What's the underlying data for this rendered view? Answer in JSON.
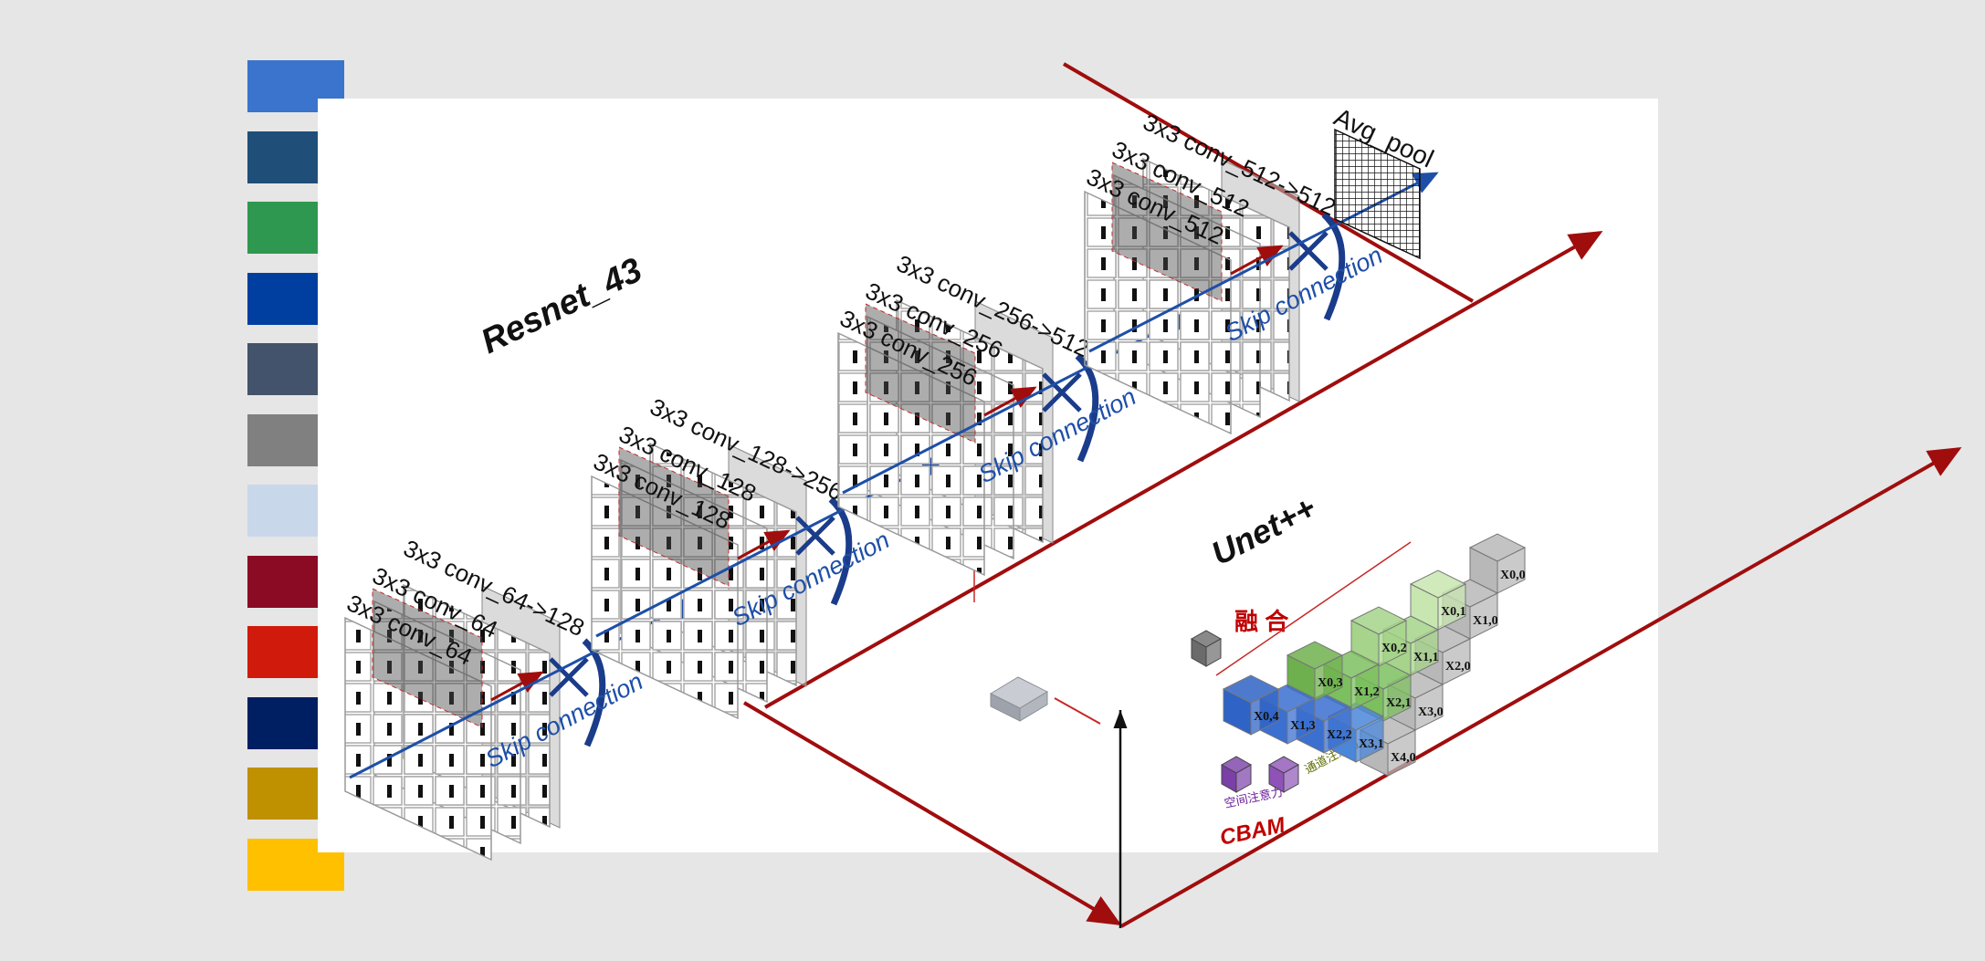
{
  "palette": [
    {
      "name": "blue",
      "color": "#3a74cc"
    },
    {
      "name": "steel-blue",
      "color": "#1f4e79"
    },
    {
      "name": "green",
      "color": "#2f9850"
    },
    {
      "name": "cobalt",
      "color": "#003f9f"
    },
    {
      "name": "slate",
      "color": "#43536b"
    },
    {
      "name": "gray",
      "color": "#808080"
    },
    {
      "name": "light-blue",
      "color": "#c9d7ea"
    },
    {
      "name": "maroon",
      "color": "#8b0a24"
    },
    {
      "name": "red",
      "color": "#d01a0b"
    },
    {
      "name": "navy",
      "color": "#001f62"
    },
    {
      "name": "dark-gold",
      "color": "#bf9000"
    },
    {
      "name": "gold",
      "color": "#ffc000"
    }
  ],
  "resnet": {
    "title": "Resnet_43",
    "stages": [
      {
        "conv1": "3x3 conv_64",
        "conv2": "3x3 conv_64",
        "conv3": "3x3 conv_64->128",
        "skip": "Skip connection"
      },
      {
        "conv1": "3x3 conv_128",
        "conv2": "3x3 conv_128",
        "conv3": "3x3 conv_128->256",
        "skip": "Skip connection"
      },
      {
        "conv1": "3x3 conv_256",
        "conv2": "3x3 conv_256",
        "conv3": "3x3 conv_256->512",
        "skip": "Skip connection"
      },
      {
        "conv1": "3x3 conv_512",
        "conv2": "3x3 conv_512",
        "conv3": "3x3 conv_512->512",
        "skip": "Skip connection"
      }
    ],
    "pool": "Avg_pool"
  },
  "unet": {
    "title": "Unet++",
    "fusion": "融 合",
    "cbam": "CBAM",
    "spatial_attention": "空间注意力",
    "channel_attention": "通道注意力",
    "nodes": [
      "X0,0",
      "X1,0",
      "X2,0",
      "X3,0",
      "X4,0",
      "X0,1",
      "X1,1",
      "X2,1",
      "X3,1",
      "X0,2",
      "X1,2",
      "X2,2",
      "X0,3",
      "X1,3",
      "X0,4"
    ]
  },
  "colors": {
    "axis": "#a00d0d",
    "skip": "#1e4fa8",
    "dark": "#111111"
  }
}
